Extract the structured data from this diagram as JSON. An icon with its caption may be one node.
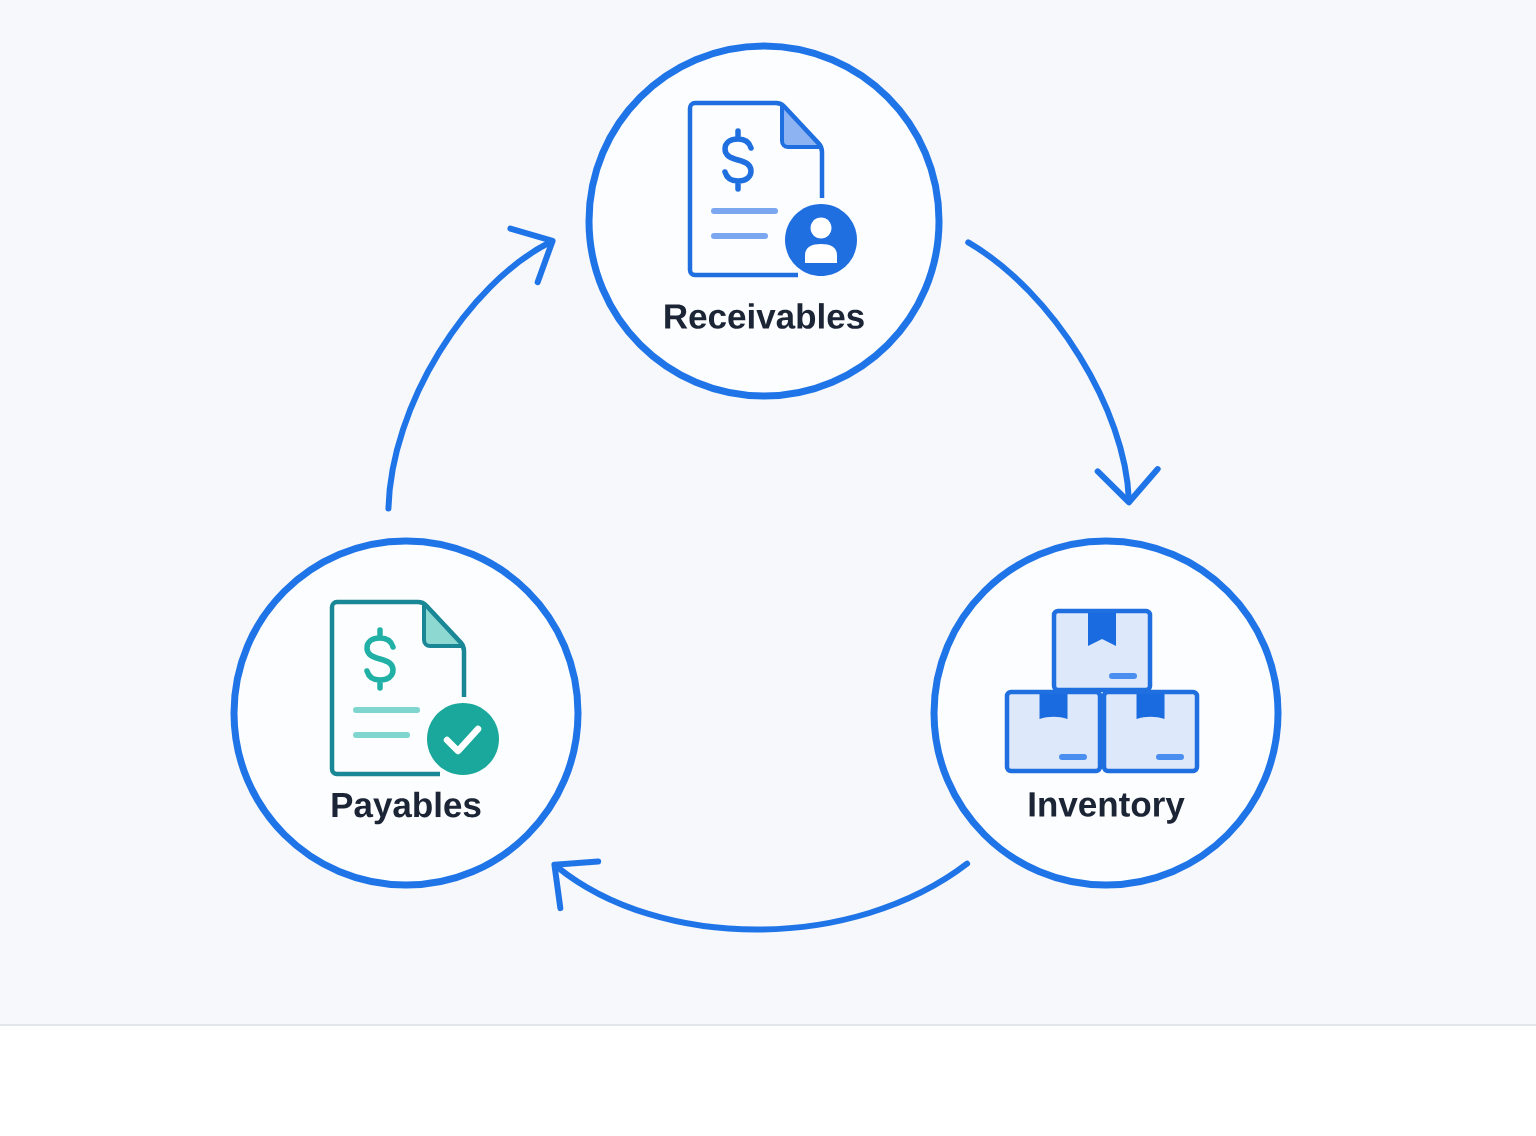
{
  "diagram": {
    "nodes": [
      {
        "text": [
          "Receivables"
        ]
      },
      {
        "text": [
          "Payables"
        ]
      },
      {
        "text": [
          "Inventory"
        ]
      }
    ],
    "edges": [
      {
        "from": 0,
        "to": 2,
        "arrow": "to"
      },
      {
        "from": 2,
        "to": 1,
        "arrow": "to"
      },
      {
        "from": 1,
        "to": 0,
        "arrow": "to"
      }
    ]
  }
}
